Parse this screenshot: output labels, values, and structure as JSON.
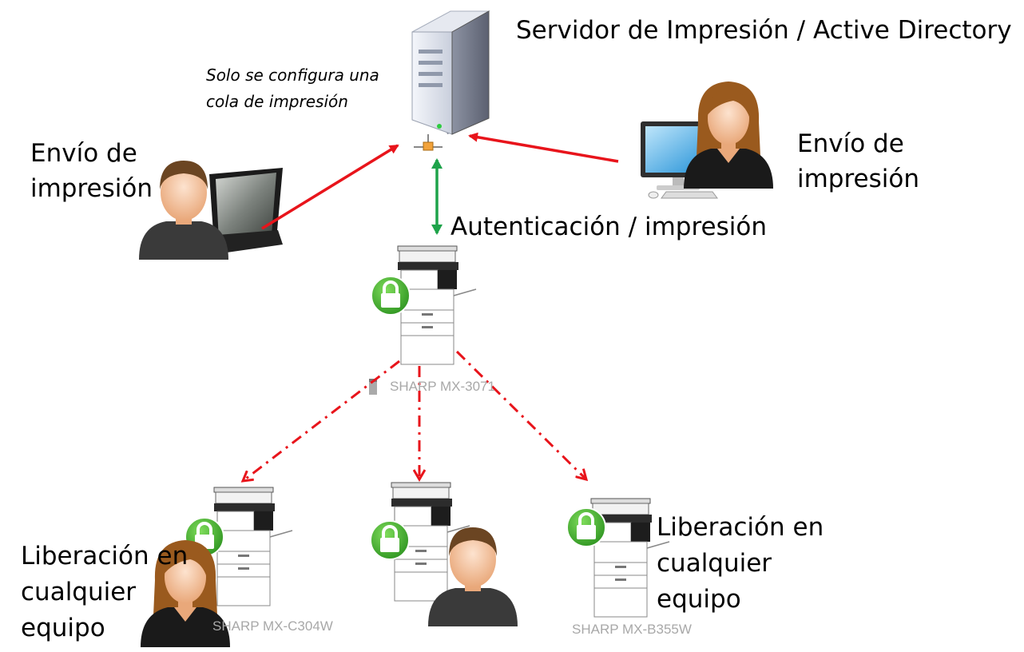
{
  "title": "Servidor de Impresión / Active Directory",
  "note": {
    "line1": "Solo se configura una",
    "line2": "cola de impresión"
  },
  "send_left": {
    "line1": "Envío de",
    "line2": "impresión"
  },
  "send_right": {
    "line1": "Envío de",
    "line2": "impresión"
  },
  "auth_label": "Autenticación / impresión",
  "release_left": {
    "line1": "Liberación en",
    "line2": "cualquier",
    "line3": "equipo"
  },
  "release_right": {
    "line1": "Liberación en",
    "line2": "cualquier",
    "line3": "equipo"
  },
  "printers": {
    "main": "SHARP MX-3071",
    "left": "SHARP MX-C304W",
    "right": "SHARP MX-B355W"
  },
  "colors": {
    "send_arrow": "#e8141b",
    "auth_arrow": "#1ea34a",
    "release_arrow": "#e8141b",
    "lock_green": "#3aa82c"
  },
  "icons": [
    "server-icon",
    "laptop-icon",
    "desktop-icon",
    "person-icon",
    "printer-icon",
    "lock-icon"
  ]
}
